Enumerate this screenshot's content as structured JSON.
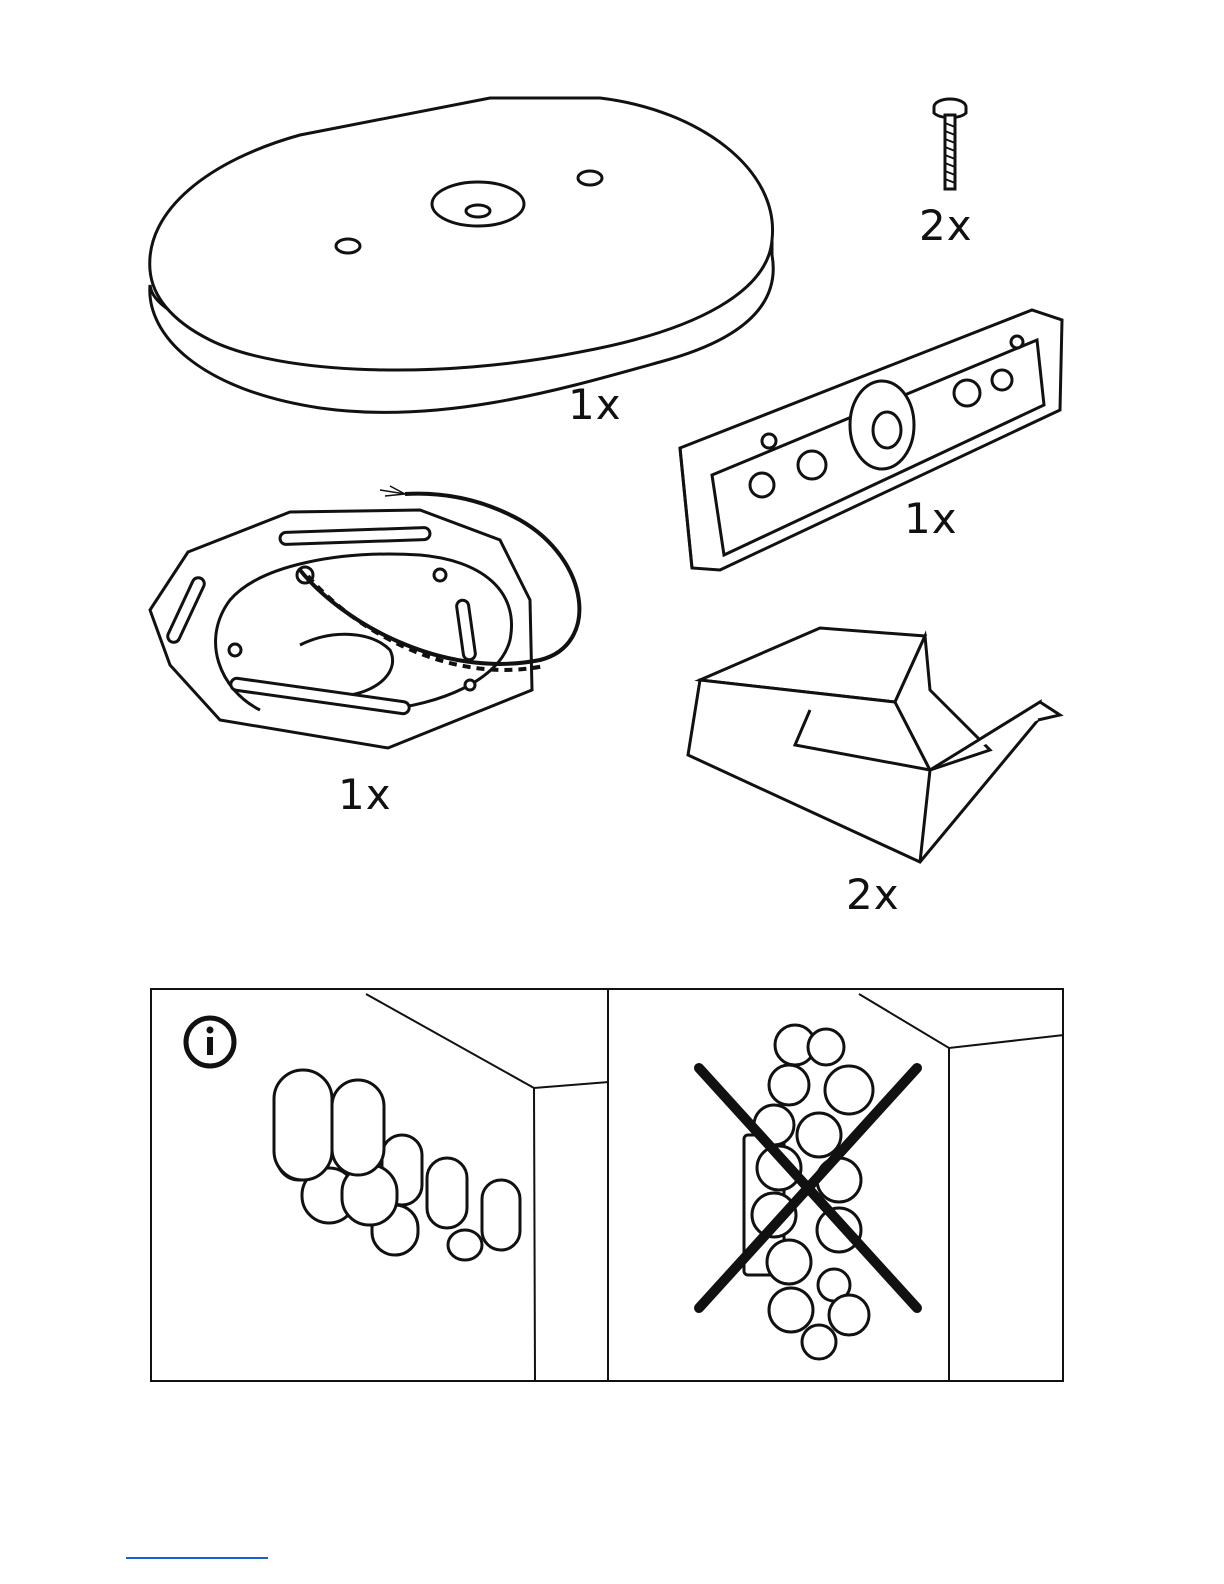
{
  "parts": [
    {
      "id": "base-plate",
      "icon": "oval-base-plate-icon",
      "quantity": "1x"
    },
    {
      "id": "screw",
      "icon": "screw-icon",
      "quantity": "2x"
    },
    {
      "id": "mounting-bracket",
      "icon": "mounting-bracket-icon",
      "quantity": "1x"
    },
    {
      "id": "ceiling-plate",
      "icon": "ceiling-plate-with-cable-icon",
      "quantity": "1x"
    },
    {
      "id": "clip",
      "icon": "u-clip-icon",
      "quantity": "2x"
    }
  ],
  "usage": {
    "correct": {
      "icon": "info-icon",
      "scene": "ceiling-mounted-lamp"
    },
    "incorrect": {
      "icon": "cross-icon",
      "scene": "wall-mounted-lamp"
    }
  },
  "colors": {
    "line": "#111111",
    "footer_link": "#1a5fd0"
  }
}
